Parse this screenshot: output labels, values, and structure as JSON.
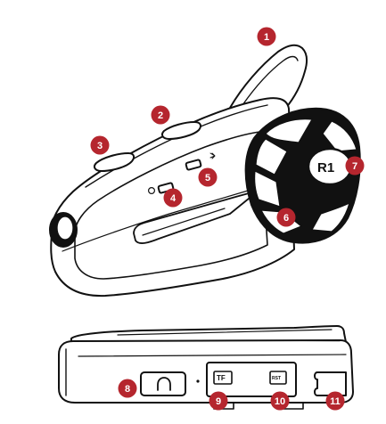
{
  "device": {
    "brand_label": "R1",
    "sd_slot_label": "TF",
    "reset_label": "RST"
  },
  "callouts": [
    {
      "id": 1,
      "label": "1"
    },
    {
      "id": 2,
      "label": "2"
    },
    {
      "id": 3,
      "label": "3"
    },
    {
      "id": 4,
      "label": "4"
    },
    {
      "id": 5,
      "label": "5"
    },
    {
      "id": 6,
      "label": "6"
    },
    {
      "id": 7,
      "label": "7"
    },
    {
      "id": 8,
      "label": "8"
    },
    {
      "id": 9,
      "label": "9"
    },
    {
      "id": 10,
      "label": "10"
    },
    {
      "id": 11,
      "label": "11"
    }
  ],
  "colors": {
    "callout_fill": "#b5262e",
    "callout_text": "#ffffff",
    "line": "#111111",
    "background": "#ffffff"
  },
  "icons": {
    "headphone_port": "headphone-icon",
    "microphone": "microphone-icon"
  }
}
